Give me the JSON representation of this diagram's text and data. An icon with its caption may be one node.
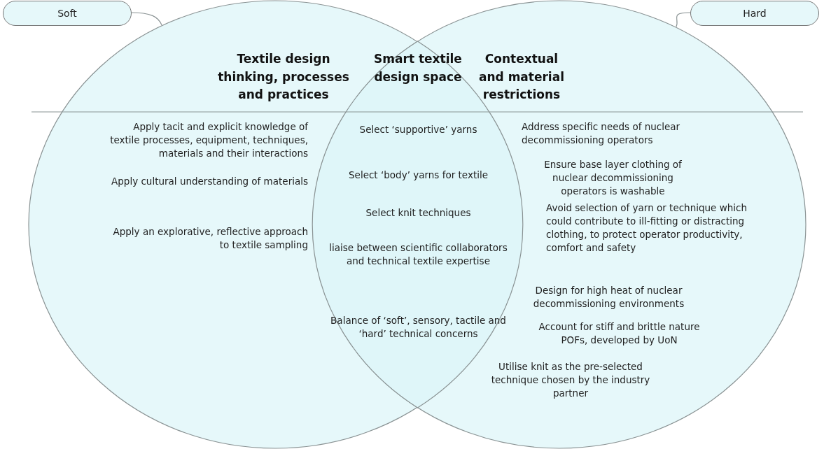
{
  "diagram": {
    "nodes": [
      {
        "text": [
          "Soft"
        ]
      },
      {
        "text": [
          "Hard"
        ]
      },
      {
        "text": [
          "Textile design thinking, processes and practices",
          "Apply tacit and explicit knowledge of textile processes, equipment, techniques, materials and their interactions",
          "Apply cultural understanding of materials",
          "Apply an explorative, reflective approach to textile sampling"
        ]
      },
      {
        "text": [
          "Smart textile design space",
          "Select ‘supportive’ yarns",
          "Select ‘body’ yarns for textile",
          "Select knit techniques",
          "liaise between scientific collaborators and technical textile expertise",
          "Balance of ‘soft’, sensory, tactile and ‘hard’ technical concerns"
        ]
      },
      {
        "text": [
          "Contextual and material restrictions",
          "Address specific needs of nuclear decommissioning operators",
          "Ensure base layer clothing of nuclear decommissioning operators is washable",
          "Avoid selection of yarn or technique which could contribute to ill-fitting or distracting clothing, to protect operator productivity, comfort and safety",
          "Design for high heat of nuclear decommissioning environments",
          "Account for stiff and brittle nature POFs, developed by UoN",
          "Utilise knit as the pre-selected technique chosen by the industry partner"
        ]
      }
    ],
    "edges": [
      {
        "from": 0,
        "to": 2,
        "arrow": "none"
      },
      {
        "from": 1,
        "to": 4,
        "arrow": "none"
      }
    ]
  }
}
